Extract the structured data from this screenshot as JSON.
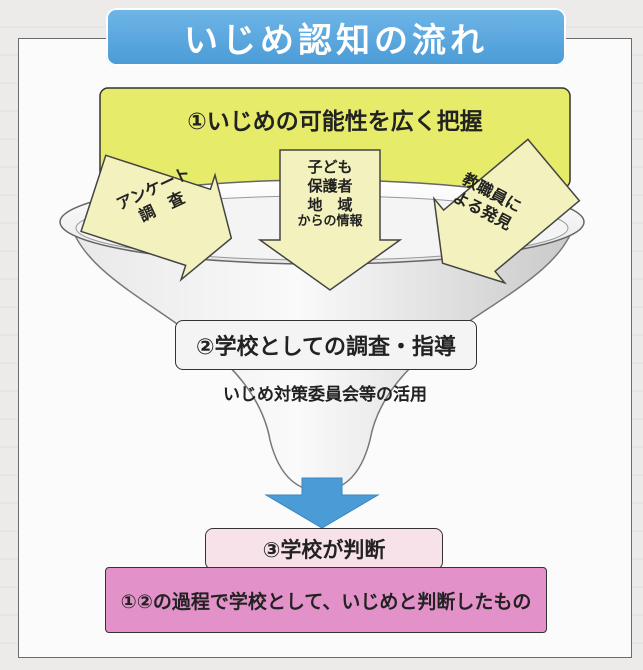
{
  "title": "いじめ認知の流れ",
  "step1": {
    "label": "①いじめの可能性を広く把握"
  },
  "sources": {
    "left": [
      "アンケート",
      "調　査"
    ],
    "center": [
      "子ども",
      "保護者",
      "地　域",
      "からの情報"
    ],
    "right": [
      "教職員に",
      "よる発見"
    ]
  },
  "step2": {
    "label": "②学校としての調査・指導",
    "sub": "いじめ対策委員会等の活用"
  },
  "step3": {
    "label": "③学校が判断"
  },
  "result": {
    "label": "①②の過程で学校として、いじめと判断したもの"
  },
  "colors": {
    "title_bg": "#4a9bd6",
    "step1_bg": "#e6ec6a",
    "arrow_fill": "#f3f1bd",
    "down_arrow": "#4a9bd6",
    "result_bg": "#e392c9",
    "step3_bg": "#f7e2e9"
  }
}
